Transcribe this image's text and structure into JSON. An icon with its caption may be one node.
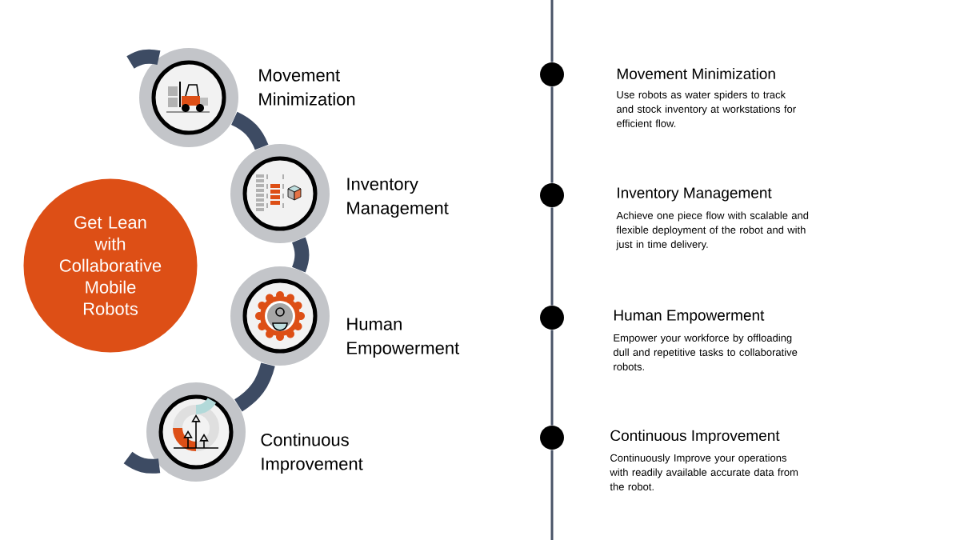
{
  "diagram": {
    "nodes": [
      {
        "text": [
          "Get Lean with Collaborative Mobile Robots"
        ]
      },
      {
        "text": [
          "Movement Minimization"
        ]
      },
      {
        "text": [
          "Inventory Management"
        ]
      },
      {
        "text": [
          "Human Empowerment"
        ]
      },
      {
        "text": [
          "Continuous Improvement"
        ]
      },
      {
        "text": [],
        "shape": "circle",
        "beside": [
          "Movement Minimization",
          "Use robots as water spiders to track and stock inventory at workstations for efficient flow."
        ]
      },
      {
        "text": [],
        "shape": "circle",
        "beside": [
          "Inventory Management",
          "Achieve one piece flow with scalable and flexible deployment of the robot and with just in time delivery."
        ]
      },
      {
        "text": [],
        "shape": "circle",
        "beside": [
          "Human Empowerment",
          "Empower your workforce by offloading dull and repetitive tasks to collaborative robots."
        ]
      },
      {
        "text": [],
        "shape": "circle",
        "beside": [
          "Continuous Improvement",
          "Continuously Improve your operations with readily available accurate data from the robot."
        ]
      }
    ],
    "edges": [
      {
        "from": null,
        "to": 1,
        "arrow": "none",
        "style": "thick"
      },
      {
        "from": 1,
        "to": 2,
        "arrow": "none",
        "style": "thick"
      },
      {
        "from": 2,
        "to": 3,
        "arrow": "none",
        "style": "thick"
      },
      {
        "from": 3,
        "to": 4,
        "arrow": "none",
        "style": "thick"
      },
      {
        "from": 4,
        "to": null,
        "arrow": "none",
        "style": "thick"
      },
      {
        "from": null,
        "to": 5,
        "arrow": "none"
      },
      {
        "from": 5,
        "to": 6,
        "arrow": "none"
      },
      {
        "from": 6,
        "to": 7,
        "arrow": "none"
      },
      {
        "from": 7,
        "to": 8,
        "arrow": "none"
      },
      {
        "from": 8,
        "to": null,
        "arrow": "none"
      }
    ]
  }
}
